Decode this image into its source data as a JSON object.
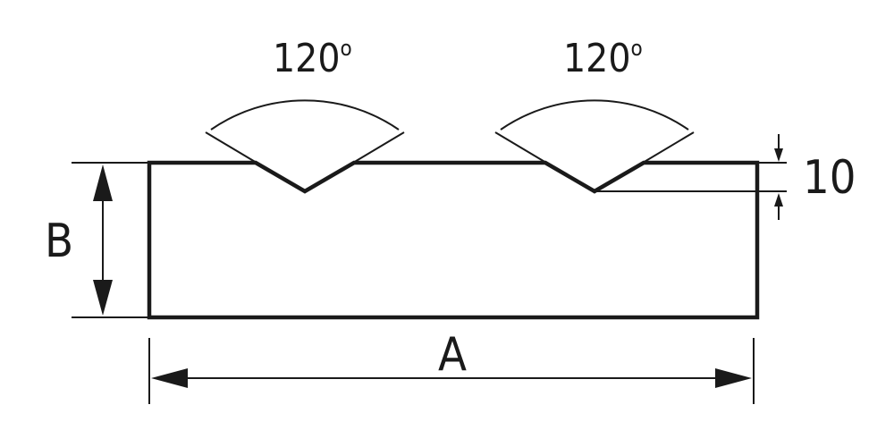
{
  "diagram": {
    "dimension_width_label": "A",
    "dimension_height_label": "B",
    "groove_depth_label": "10",
    "grooves": [
      {
        "angle_label": "120",
        "degree_mark": "o"
      },
      {
        "angle_label": "120",
        "degree_mark": "o"
      }
    ]
  },
  "colors": {
    "line": "#1a1a1a",
    "background": "#ffffff"
  }
}
